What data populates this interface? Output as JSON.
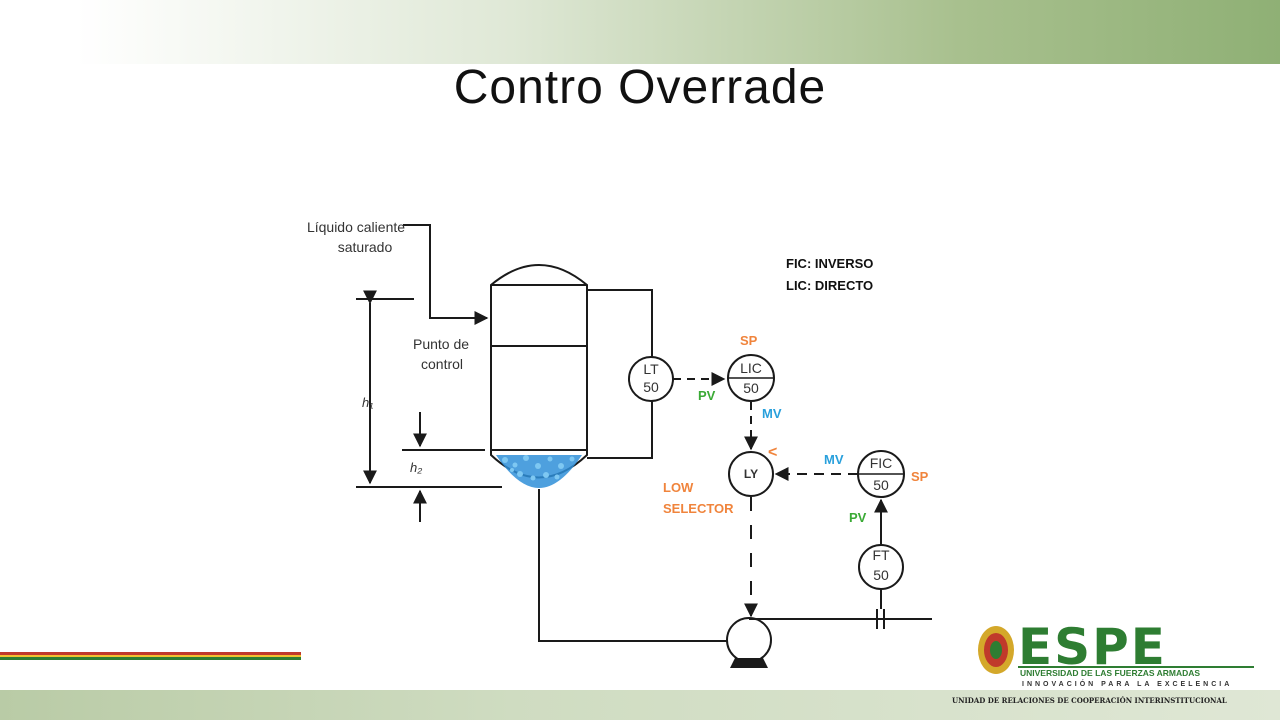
{
  "slide": {
    "title": "Contro Overrade"
  },
  "diagram": {
    "process_labels": {
      "feed_line1": "Líquido caliente",
      "feed_line2": "saturado",
      "control_point_line1": "Punto de",
      "control_point_line2": "control",
      "h1": "h₁",
      "h2": "h₂"
    },
    "legend": {
      "line1": "FIC: INVERSO",
      "line2": "LIC: DIRECTO"
    },
    "instruments": {
      "lt": {
        "tag": "LT",
        "number": "50"
      },
      "lic": {
        "tag": "LIC",
        "number": "50"
      },
      "ly": {
        "tag": "LY"
      },
      "fic": {
        "tag": "FIC",
        "number": "50"
      },
      "ft": {
        "tag": "FT",
        "number": "50"
      }
    },
    "signals": {
      "lic_sp": "SP",
      "lic_pv": "PV",
      "lic_mv": "MV",
      "selector_symbol": "<",
      "fic_mv": "MV",
      "fic_sp": "SP",
      "fic_pv": "PV",
      "selector_line1": "LOW",
      "selector_line2": "SELECTOR"
    },
    "colors": {
      "sp": "#f0843c",
      "pv": "#3aaa35",
      "mv": "#29a0dc",
      "line": "#1a1a1a",
      "liquid": "#2f8fd8"
    }
  },
  "logo": {
    "name": "ESPE",
    "line1": "UNIVERSIDAD DE LAS FUERZAS ARMADAS",
    "line2": "INNOVACIÓN PARA LA EXCELENCIA",
    "line3": "UNIDAD DE RELACIONES DE COOPERACIÓN INTERINSTITUCIONAL",
    "color": "#2e7d32"
  }
}
